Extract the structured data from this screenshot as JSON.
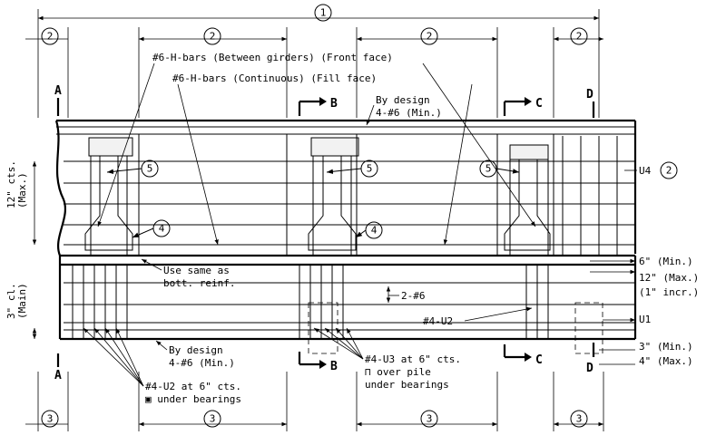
{
  "dimension_tags": {
    "overall": "1",
    "top_left": "2",
    "top_mid_left": "2",
    "top_mid_right": "2",
    "top_right": "2",
    "bottom_left": "3",
    "bottom_mid_left": "3",
    "bottom_mid_right": "3",
    "bottom_right": "3"
  },
  "section_marks": {
    "a_top": "A",
    "a_bottom": "A",
    "b_top": "B",
    "b_bottom": "B",
    "c_top": "C",
    "c_bottom": "C",
    "d_top": "D",
    "d_bottom": "D"
  },
  "bar_callouts": {
    "five_1": "5",
    "five_2": "5",
    "five_3": "5",
    "four_1": "4",
    "four_2": "4",
    "u4_tag": "2"
  },
  "labels": {
    "h_bars_between": "#6-H-bars (Between girders) (Front face)",
    "h_bars_continuous": "#6-H-bars (Continuous) (Fill face)",
    "by_design_top_1": "By design",
    "by_design_top_2": "4-#6 (Min.)",
    "spacing_12_1": "12\" cts.",
    "spacing_12_2": "(Max.)",
    "u4": "U4",
    "six_min": "6\" (Min.)",
    "twelve_max": "12\" (Max.)",
    "one_incr": "(1\" incr.)",
    "use_same_1": "Use same as",
    "use_same_2": "bott. reinf.",
    "two_no6": "2-#6",
    "three_cl_1": "3\" cl.",
    "three_cl_2": "(Main)",
    "no4_u2": "#4-U2",
    "u1": "U1",
    "by_design_bot_1": "By design",
    "by_design_bot_2": "4-#6 (Min.)",
    "u3_1": "#4-U3 at 6\" cts.",
    "u3_2": "⊓ over pile",
    "u3_3": "under bearings",
    "u2_1": "#4-U2 at 6\" cts.",
    "u2_2": "▣ under bearings",
    "three_min": "3\" (Min.)",
    "four_max": "4\" (Max.)"
  }
}
